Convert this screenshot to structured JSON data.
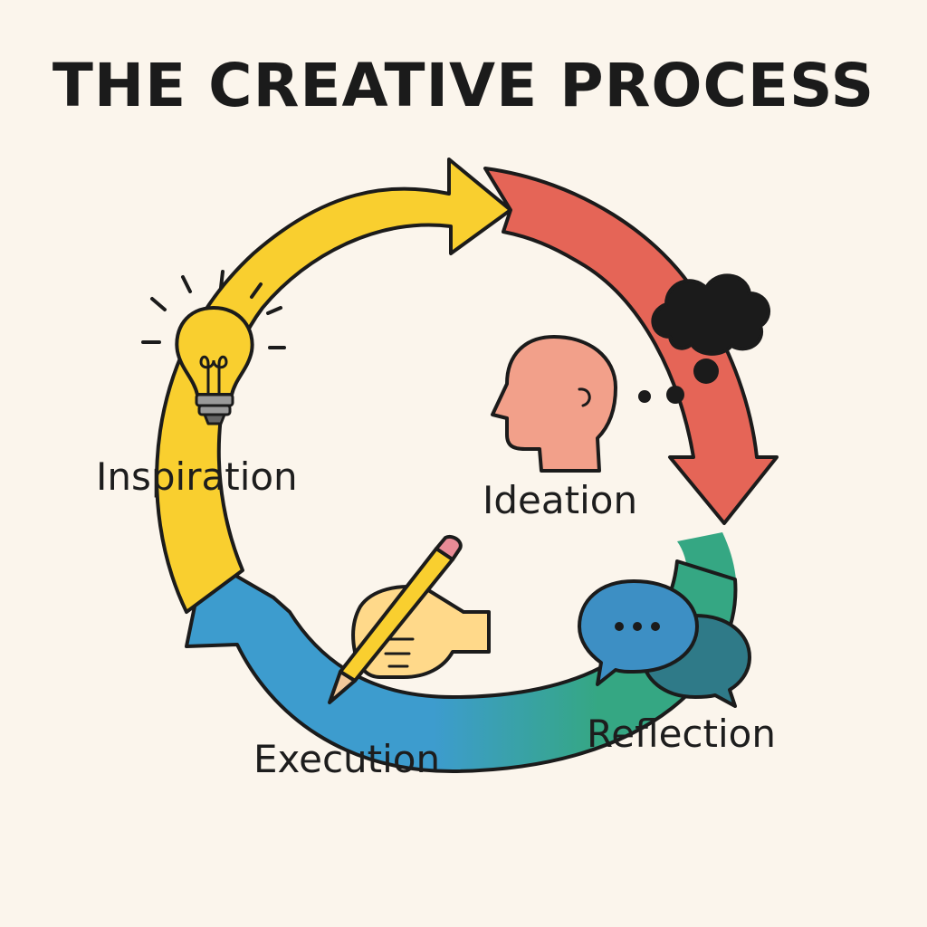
{
  "title": "THE CREATIVE PROCESS",
  "stages": [
    {
      "label": "Inspiration",
      "icon": "lightbulb-icon",
      "color": "#f9cf2f"
    },
    {
      "label": "Ideation",
      "icon": "head-icon",
      "color": "#e56557"
    },
    {
      "label": "Reflection",
      "icon": "speech-bubbles-icon",
      "color": "#35a783"
    },
    {
      "label": "Execution",
      "icon": "pencil-hand-icon",
      "color": "#3d9cce"
    }
  ],
  "colors": {
    "background": "#fbf5ec",
    "outline": "#1b1b1b",
    "yellow": "#f9cf2f",
    "red": "#e56557",
    "green": "#35a783",
    "blue": "#3d9cce"
  }
}
